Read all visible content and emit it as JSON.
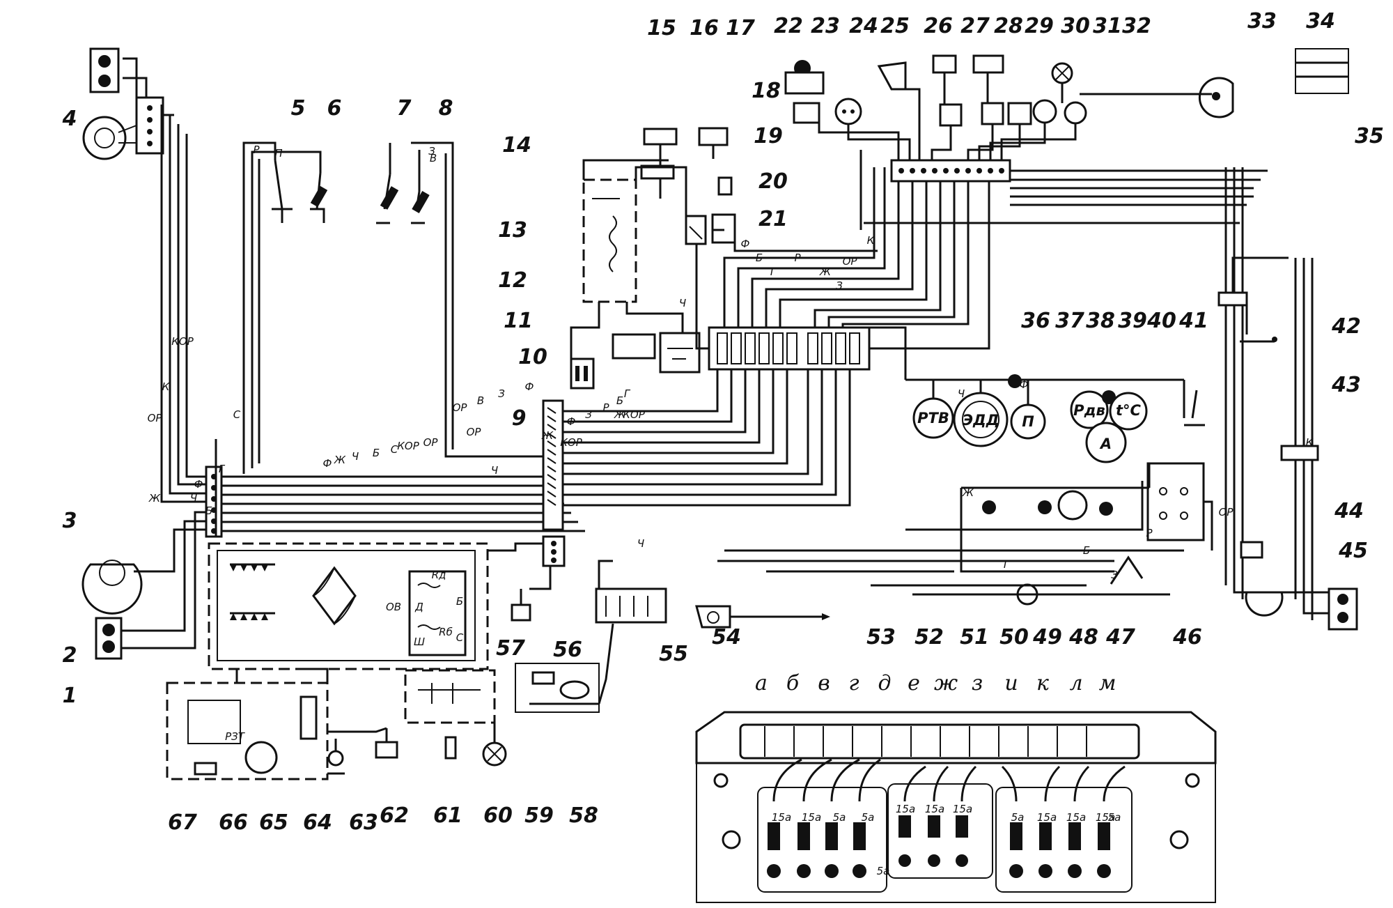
{
  "diagram": {
    "callouts": [
      "1",
      "2",
      "3",
      "4",
      "5",
      "6",
      "7",
      "8",
      "9",
      "10",
      "11",
      "12",
      "13",
      "14",
      "15",
      "16",
      "17",
      "18",
      "19",
      "20",
      "21",
      "22",
      "23",
      "24",
      "25",
      "26",
      "27",
      "28",
      "29",
      "30",
      "31",
      "32",
      "33",
      "34",
      "35",
      "36",
      "37",
      "38",
      "39",
      "40",
      "41",
      "42",
      "43",
      "44",
      "45",
      "46",
      "47",
      "48",
      "49",
      "50",
      "51",
      "52",
      "53",
      "54",
      "55",
      "56",
      "57",
      "58",
      "59",
      "60",
      "61",
      "62",
      "63",
      "64",
      "65",
      "66",
      "67"
    ],
    "wire_labels": [
      "ОР",
      "К",
      "КОР",
      "Ф",
      "Ж",
      "Ч",
      "Г",
      "Б",
      "С",
      "Р",
      "З",
      "В",
      "П",
      "Ф",
      "Ж",
      "Ч",
      "Б",
      "С",
      "КОР",
      "ОР",
      "Ч",
      "Ж",
      "Ф",
      "З",
      "Р",
      "Б",
      "Г",
      "КОР",
      "ОР",
      "В",
      "З",
      "Ф",
      "ОР",
      "Ч",
      "КОР",
      "Ж",
      "Ч",
      "Ф",
      "Б",
      "Г",
      "Р",
      "Ж",
      "З",
      "ОР",
      "К",
      "Ч",
      "Ф",
      "Ж",
      "Г",
      "Б",
      "З",
      "Р",
      "ОР",
      "К"
    ],
    "gauge_labels": [
      "РТВ",
      "ЭДД",
      "П",
      "Рдв",
      "А",
      "t°С"
    ],
    "generator_labels": [
      "Д",
      "Ш",
      "Б",
      "С",
      "ОВ",
      "Rд",
      "Rб"
    ],
    "relay_labels": [
      "РЗТ"
    ],
    "fuse_panel": {
      "columns": [
        "а",
        "б",
        "в",
        "г",
        "д",
        "е",
        "ж",
        "з",
        "и",
        "к",
        "л",
        "м"
      ],
      "ratings": [
        "15а",
        "15а",
        "5а",
        "5а",
        "15а",
        "15а",
        "15а",
        "5а",
        "15а",
        "15а",
        "15а",
        "5а",
        "5а"
      ]
    }
  }
}
